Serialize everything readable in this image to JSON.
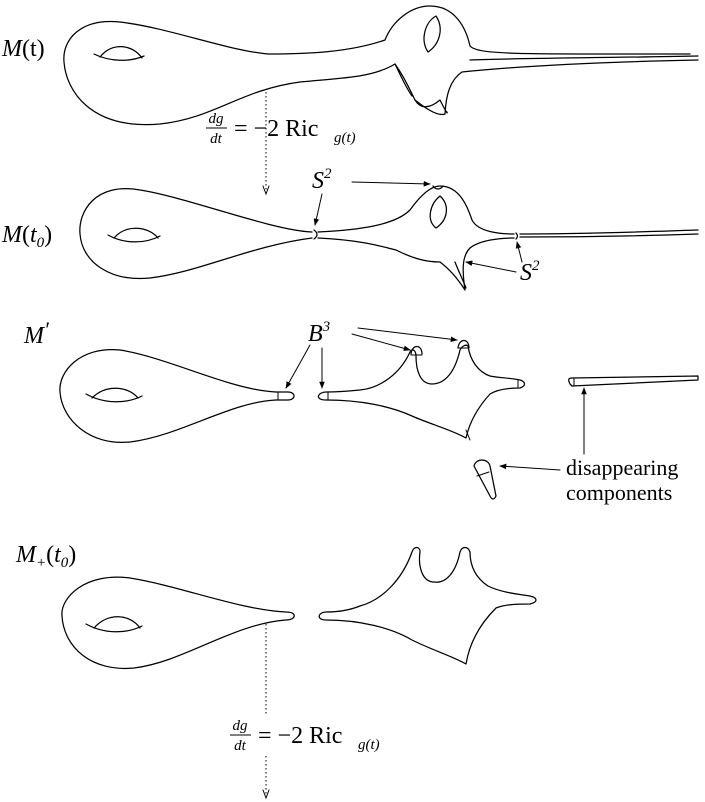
{
  "stages": {
    "m_t": {
      "main": "M",
      "arg": "(t)"
    },
    "m_t0": {
      "main": "M",
      "open": "(",
      "arg": "t",
      "sub": "0",
      "close": ")"
    },
    "m_prime": {
      "main": "M",
      "prime": "′"
    },
    "m_plus": {
      "main": "M",
      "sub": "+",
      "open": "(",
      "arg": "t",
      "sub2": "0",
      "close": ")"
    }
  },
  "flow_equation": {
    "numerator": "dg",
    "denominator": "dt",
    "rhs": "= −2 Ric",
    "subscript": "g(t)"
  },
  "labels": {
    "s2_upper": {
      "base": "S",
      "exp": "2"
    },
    "s2_lower": {
      "base": "S",
      "exp": "2"
    },
    "b3": {
      "base": "B",
      "exp": "3"
    },
    "disappearing_line1": "disappearing",
    "disappearing_line2": "components"
  }
}
